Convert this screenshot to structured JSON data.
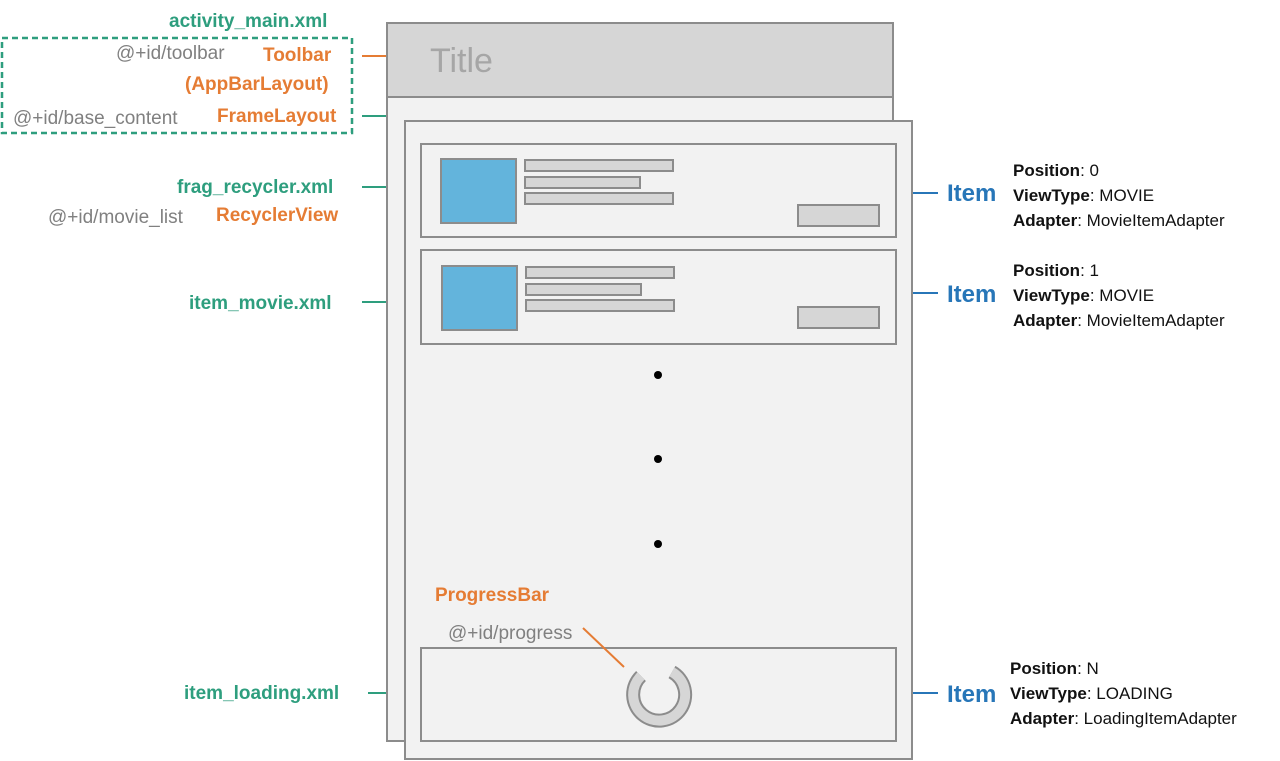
{
  "diagram": {
    "screen_title": "Title",
    "left_labels": {
      "activity_main": "activity_main.xml",
      "toolbar_id": "@+id/toolbar",
      "toolbar_type": "Toolbar",
      "appbar_type": "(AppBarLayout)",
      "base_content_id": "@+id/base_content",
      "framelayout_type": "FrameLayout",
      "frag_recycler": "frag_recycler.xml",
      "movie_list_id": "@+id/movie_list",
      "recyclerview_type": "RecyclerView",
      "item_movie": "item_movie.xml",
      "progressbar_type": "ProgressBar",
      "progress_id": "@+id/progress",
      "item_loading": "item_loading.xml"
    },
    "items": [
      {
        "label": "Item",
        "position_key": "Position",
        "position_value": ": 0",
        "viewtype_key": "ViewType",
        "viewtype_value": ": MOVIE",
        "adapter_key": "Adapter",
        "adapter_value": ": MovieItemAdapter"
      },
      {
        "label": "Item",
        "position_key": "Position",
        "position_value": ": 1",
        "viewtype_key": "ViewType",
        "viewtype_value": ": MOVIE",
        "adapter_key": "Adapter",
        "adapter_value": ": MovieItemAdapter"
      },
      {
        "label": "Item",
        "position_key": "Position",
        "position_value": ": N",
        "viewtype_key": "ViewType",
        "viewtype_value": ": LOADING",
        "adapter_key": "Adapter",
        "adapter_value": ": LoadingItemAdapter"
      }
    ],
    "colors": {
      "green": "#2e9e7e",
      "orange": "#e57c34",
      "blue": "#2776b8",
      "thumbnail": "#63b4dc",
      "outline": "#8c8c8c"
    }
  }
}
